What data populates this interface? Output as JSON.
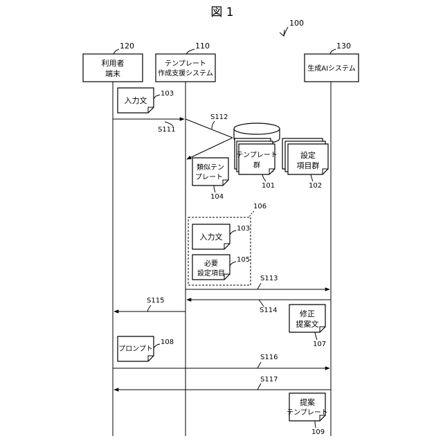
{
  "figure": {
    "title": "図 1",
    "ref": "100"
  },
  "actors": {
    "user": {
      "ref": "120",
      "line1": "利用者",
      "line2": "端末"
    },
    "template": {
      "ref": "110",
      "line1": "テンプレート",
      "line2": "作成支援システム"
    },
    "ai": {
      "ref": "130",
      "line1": "生成AIシステム"
    }
  },
  "docs": {
    "input1": {
      "ref": "103",
      "text": "入力文"
    },
    "similar": {
      "ref": "104",
      "line1": "類似テン",
      "line2": "プレート"
    },
    "tmpl_group": {
      "ref": "101",
      "line1": "テンプレート",
      "line2": "群"
    },
    "setting_group": {
      "ref": "102",
      "line1": "設定",
      "line2": "項目群"
    },
    "group": {
      "ref": "106"
    },
    "input2": {
      "ref": "103",
      "text": "入力文"
    },
    "required": {
      "ref": "105",
      "line1": "必要",
      "line2": "設定項目"
    },
    "revised": {
      "ref": "107",
      "line1": "修正",
      "line2": "提案文"
    },
    "prompt": {
      "ref": "108",
      "text": "プロンプト"
    },
    "proposed": {
      "ref": "109",
      "line1": "提案",
      "line2": "テンプレート"
    }
  },
  "steps": {
    "s111": "S111",
    "s112": "S112",
    "s113": "S113",
    "s114": "S114",
    "s115": "S115",
    "s116": "S116",
    "s117": "S117"
  }
}
